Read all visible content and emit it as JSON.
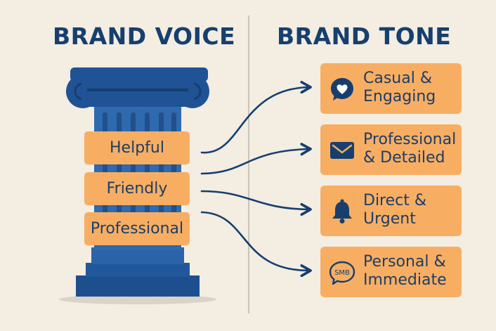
{
  "headings": {
    "voice": "BRAND VOICE",
    "tone": "BRAND TONE"
  },
  "voice_traits": [
    "Helpful",
    "Friendly",
    "Professional"
  ],
  "tones": [
    {
      "line1": "Casual &",
      "line2": "Engaging",
      "icon": "heart-chat-icon"
    },
    {
      "line1": "Professional",
      "line2": "& Detailed",
      "icon": "envelope-icon"
    },
    {
      "line1": "Direct &",
      "line2": "Urgent",
      "icon": "bell-icon"
    },
    {
      "line1": "Personal &",
      "line2": "Immediate",
      "icon": "sms-chat-icon",
      "badge": "SMB"
    }
  ],
  "colors": {
    "navy": "#163f6e",
    "orange": "#f7ae63",
    "background": "#f3ede2"
  }
}
